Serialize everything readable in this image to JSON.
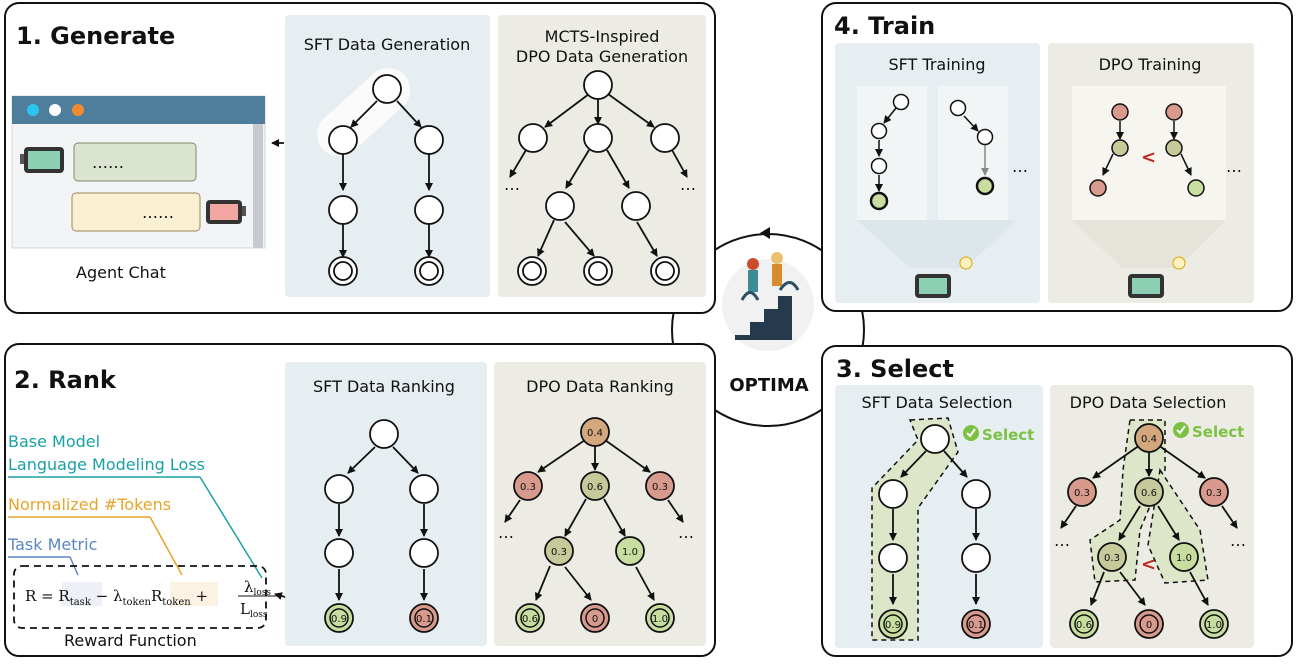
{
  "panels": {
    "generate": {
      "title": "1. Generate",
      "chat_label": "Agent Chat",
      "bubble_text": "……",
      "sft": "SFT Data Generation",
      "dpo_line1": "MCTS-Inspired",
      "dpo_line2": "DPO Data Generation",
      "ellipsis": "…"
    },
    "rank": {
      "title": "2. Rank",
      "sft": "SFT Data Ranking",
      "dpo": "DPO Data Ranking",
      "legend_base_model": "Base Model",
      "legend_lm_loss": "Language Modeling Loss",
      "legend_tokens": "Normalized #Tokens",
      "legend_task": "Task Metric",
      "reward_label": "Reward Function",
      "sft_leaf_values": [
        "0.9",
        "0.1"
      ],
      "dpo_values": {
        "root": "0.4",
        "l1": [
          "0.3",
          "0.6",
          "0.3"
        ],
        "l2": [
          "0.3",
          "1.0"
        ],
        "l3": [
          "0.6",
          "0",
          "1.0"
        ]
      }
    },
    "select": {
      "title": "3. Select",
      "sft": "SFT Data Selection",
      "dpo": "DPO Data Selection",
      "select_label": "Select",
      "less_than": "<"
    },
    "train": {
      "title": "4. Train",
      "sft": "SFT Training",
      "dpo": "DPO Training",
      "ellipsis": "…",
      "less_than": "<"
    }
  },
  "center": {
    "label": "OPTIMA"
  },
  "colors": {
    "sft_bg": "#e6eef1",
    "dpo_bg": "#edece4",
    "green_node": "#c8dea0",
    "red_node": "#d99a8e",
    "teal_text": "#1aa1a6",
    "orange_text": "#e9a32a",
    "blue_text": "#5b86c5",
    "select_green": "#7bc143",
    "less_red": "#c0261f"
  }
}
